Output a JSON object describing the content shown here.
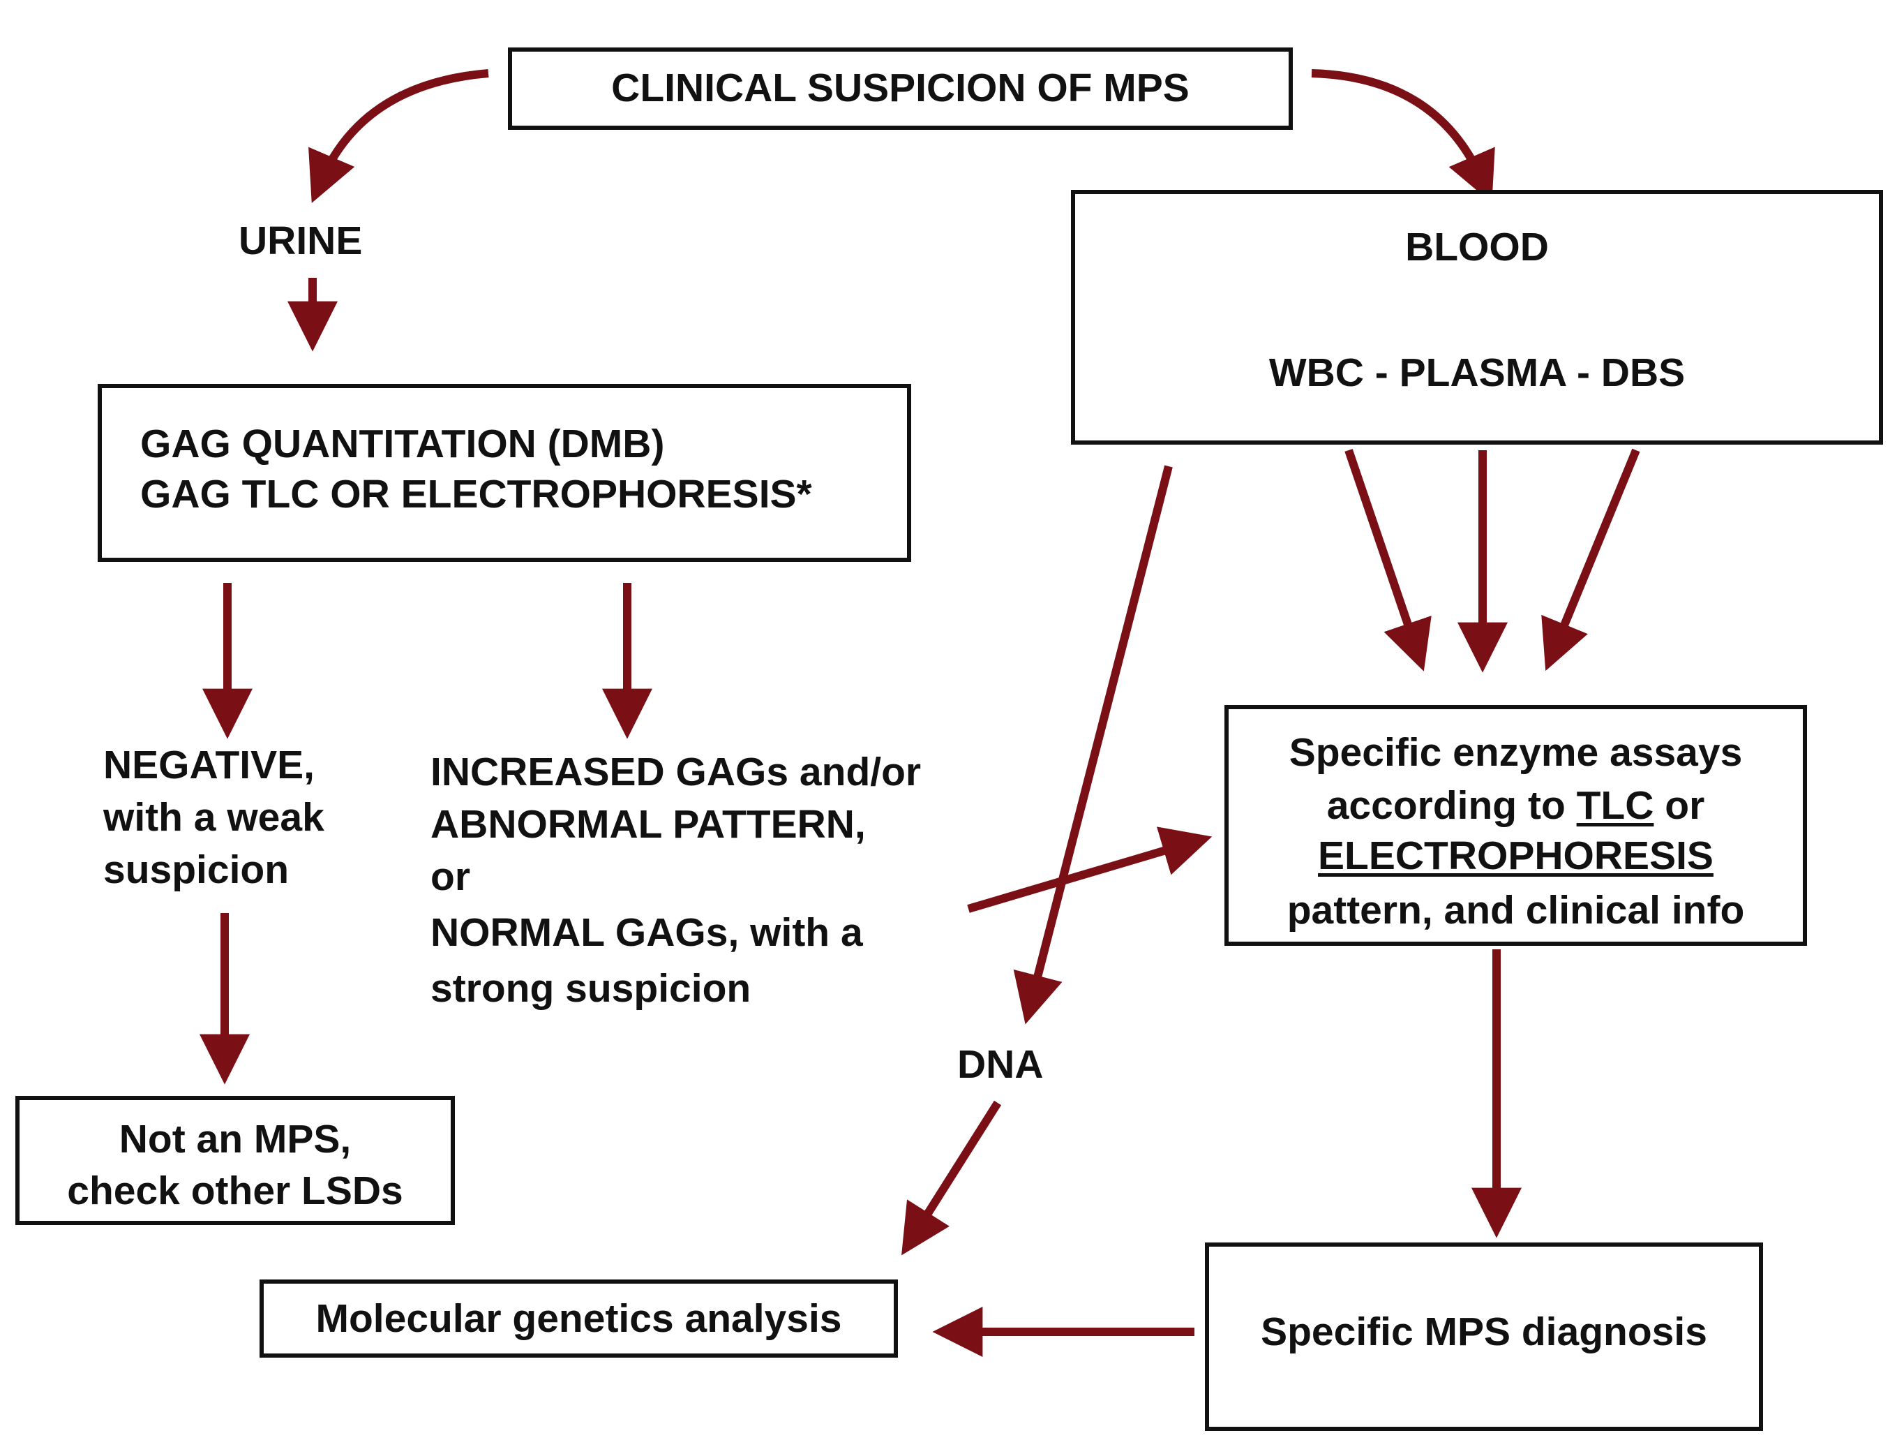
{
  "colors": {
    "arrow": "#7a1016",
    "box_border": "#111111",
    "text": "#111111",
    "background": "#ffffff"
  },
  "nodes": {
    "clinical_suspicion": "CLINICAL SUSPICION OF MPS",
    "urine": "URINE",
    "blood": "BLOOD",
    "blood_samples": "WBC - PLASMA - DBS",
    "gag_tests": {
      "line1": "GAG QUANTITATION (DMB)",
      "line2": "GAG TLC OR ELECTROPHORESIS*"
    },
    "negative": {
      "line1": "NEGATIVE,",
      "line2": "with a weak",
      "line3": "suspicion"
    },
    "increased": {
      "line1": "INCREASED GAGs and/or",
      "line2": "ABNORMAL PATTERN,",
      "line3": "or",
      "line4": "NORMAL GAGs, with a",
      "line5": "strong suspicion"
    },
    "not_mps": {
      "line1": "Not an MPS,",
      "line2": "check other LSDs"
    },
    "enzyme_assays": {
      "line1": "Specific enzyme assays",
      "line2_pre": "according to ",
      "line2_underlined": "TLC",
      "line2_post": " or",
      "line3_underlined": "ELECTROPHORESIS",
      "line4": "pattern, and clinical info"
    },
    "dna": "DNA",
    "specific_diagnosis": "Specific MPS diagnosis",
    "molecular_genetics": "Molecular genetics analysis"
  }
}
